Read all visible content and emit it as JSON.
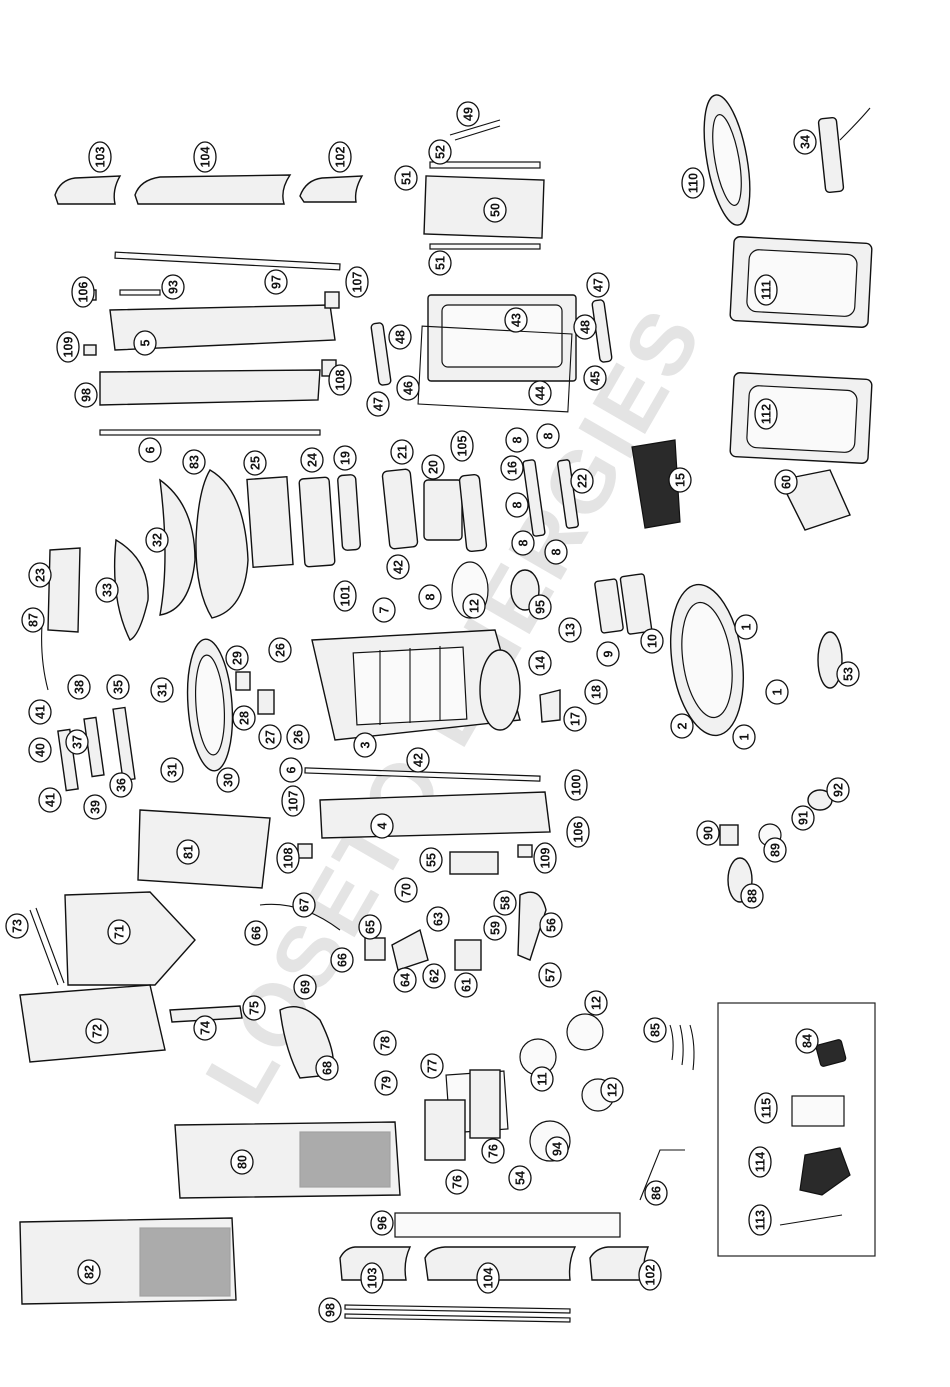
{
  "watermark": "LOSETO ENERGIES",
  "callouts": {
    "c1a": "1",
    "c1b": "1",
    "c1c": "1",
    "c2": "2",
    "c3": "3",
    "c4": "4",
    "c5": "5",
    "c6a": "6",
    "c6b": "6",
    "c7": "7",
    "c8a": "8",
    "c8b": "8",
    "c8c": "8",
    "c8d": "8",
    "c8e": "8",
    "c8f": "8",
    "c9": "9",
    "c10": "10",
    "c11": "11",
    "c12a": "12",
    "c12b": "12",
    "c12c": "12",
    "c13": "13",
    "c14": "14",
    "c15": "15",
    "c16": "16",
    "c17": "17",
    "c18": "18",
    "c19": "19",
    "c20": "20",
    "c21": "21",
    "c22": "22",
    "c23": "23",
    "c24": "24",
    "c25": "25",
    "c26a": "26",
    "c26b": "26",
    "c27": "27",
    "c28": "28",
    "c29": "29",
    "c30": "30",
    "c31a": "31",
    "c31b": "31",
    "c32": "32",
    "c33": "33",
    "c34": "34",
    "c35": "35",
    "c36": "36",
    "c37": "37",
    "c38": "38",
    "c39": "39",
    "c40": "40",
    "c41a": "41",
    "c41b": "41",
    "c42a": "42",
    "c42b": "42",
    "c43": "43",
    "c44": "44",
    "c45": "45",
    "c46": "46",
    "c47a": "47",
    "c47b": "47",
    "c48a": "48",
    "c48b": "48",
    "c49": "49",
    "c50": "50",
    "c51a": "51",
    "c51b": "51",
    "c52": "52",
    "c53": "53",
    "c54": "54",
    "c55": "55",
    "c56": "56",
    "c57": "57",
    "c58": "58",
    "c59": "59",
    "c60": "60",
    "c61": "61",
    "c62": "62",
    "c63": "63",
    "c64": "64",
    "c65": "65",
    "c66a": "66",
    "c66b": "66",
    "c67": "67",
    "c68": "68",
    "c69": "69",
    "c70": "70",
    "c71": "71",
    "c72": "72",
    "c73": "73",
    "c74": "74",
    "c75": "75",
    "c76a": "76",
    "c76b": "76",
    "c77": "77",
    "c78": "78",
    "c79": "79",
    "c80": "80",
    "c81": "81",
    "c82": "82",
    "c83": "83",
    "c84": "84",
    "c85": "85",
    "c86": "86",
    "c87": "87",
    "c88": "88",
    "c89": "89",
    "c90": "90",
    "c91": "91",
    "c92": "92",
    "c93": "93",
    "c94": "94",
    "c95": "95",
    "c96": "96",
    "c97": "97",
    "c98a": "98",
    "c98b": "98",
    "c100": "100",
    "c101": "101",
    "c102a": "102",
    "c102b": "102",
    "c103a": "103",
    "c103b": "103",
    "c104a": "104",
    "c104b": "104",
    "c105": "105",
    "c106a": "106",
    "c106b": "106",
    "c107a": "107",
    "c107b": "107",
    "c108a": "108",
    "c108b": "108",
    "c109a": "109",
    "c109b": "109",
    "c110": "110",
    "c111": "111",
    "c112": "112",
    "c113": "113",
    "c114": "114",
    "c115": "115"
  }
}
